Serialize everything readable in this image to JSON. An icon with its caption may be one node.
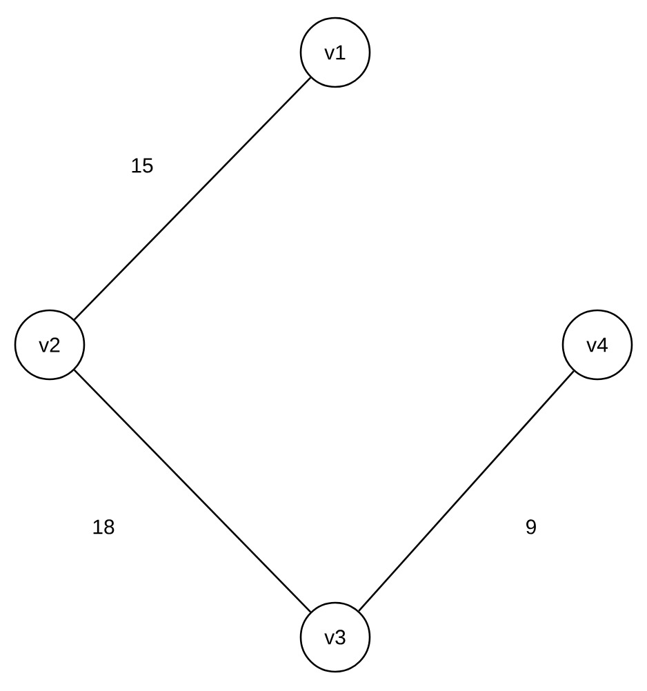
{
  "diagram": {
    "nodes": [
      {
        "text": [
          "v1"
        ]
      },
      {
        "text": [
          "v2"
        ]
      },
      {
        "text": [
          "v3"
        ]
      },
      {
        "text": [
          "v4"
        ]
      }
    ],
    "edges": [
      {
        "from": 0,
        "to": 1,
        "arrow": "none",
        "label": "15"
      },
      {
        "from": 1,
        "to": 2,
        "arrow": "none",
        "label": "18"
      },
      {
        "from": 3,
        "to": 2,
        "arrow": "none",
        "label": "9"
      }
    ]
  }
}
